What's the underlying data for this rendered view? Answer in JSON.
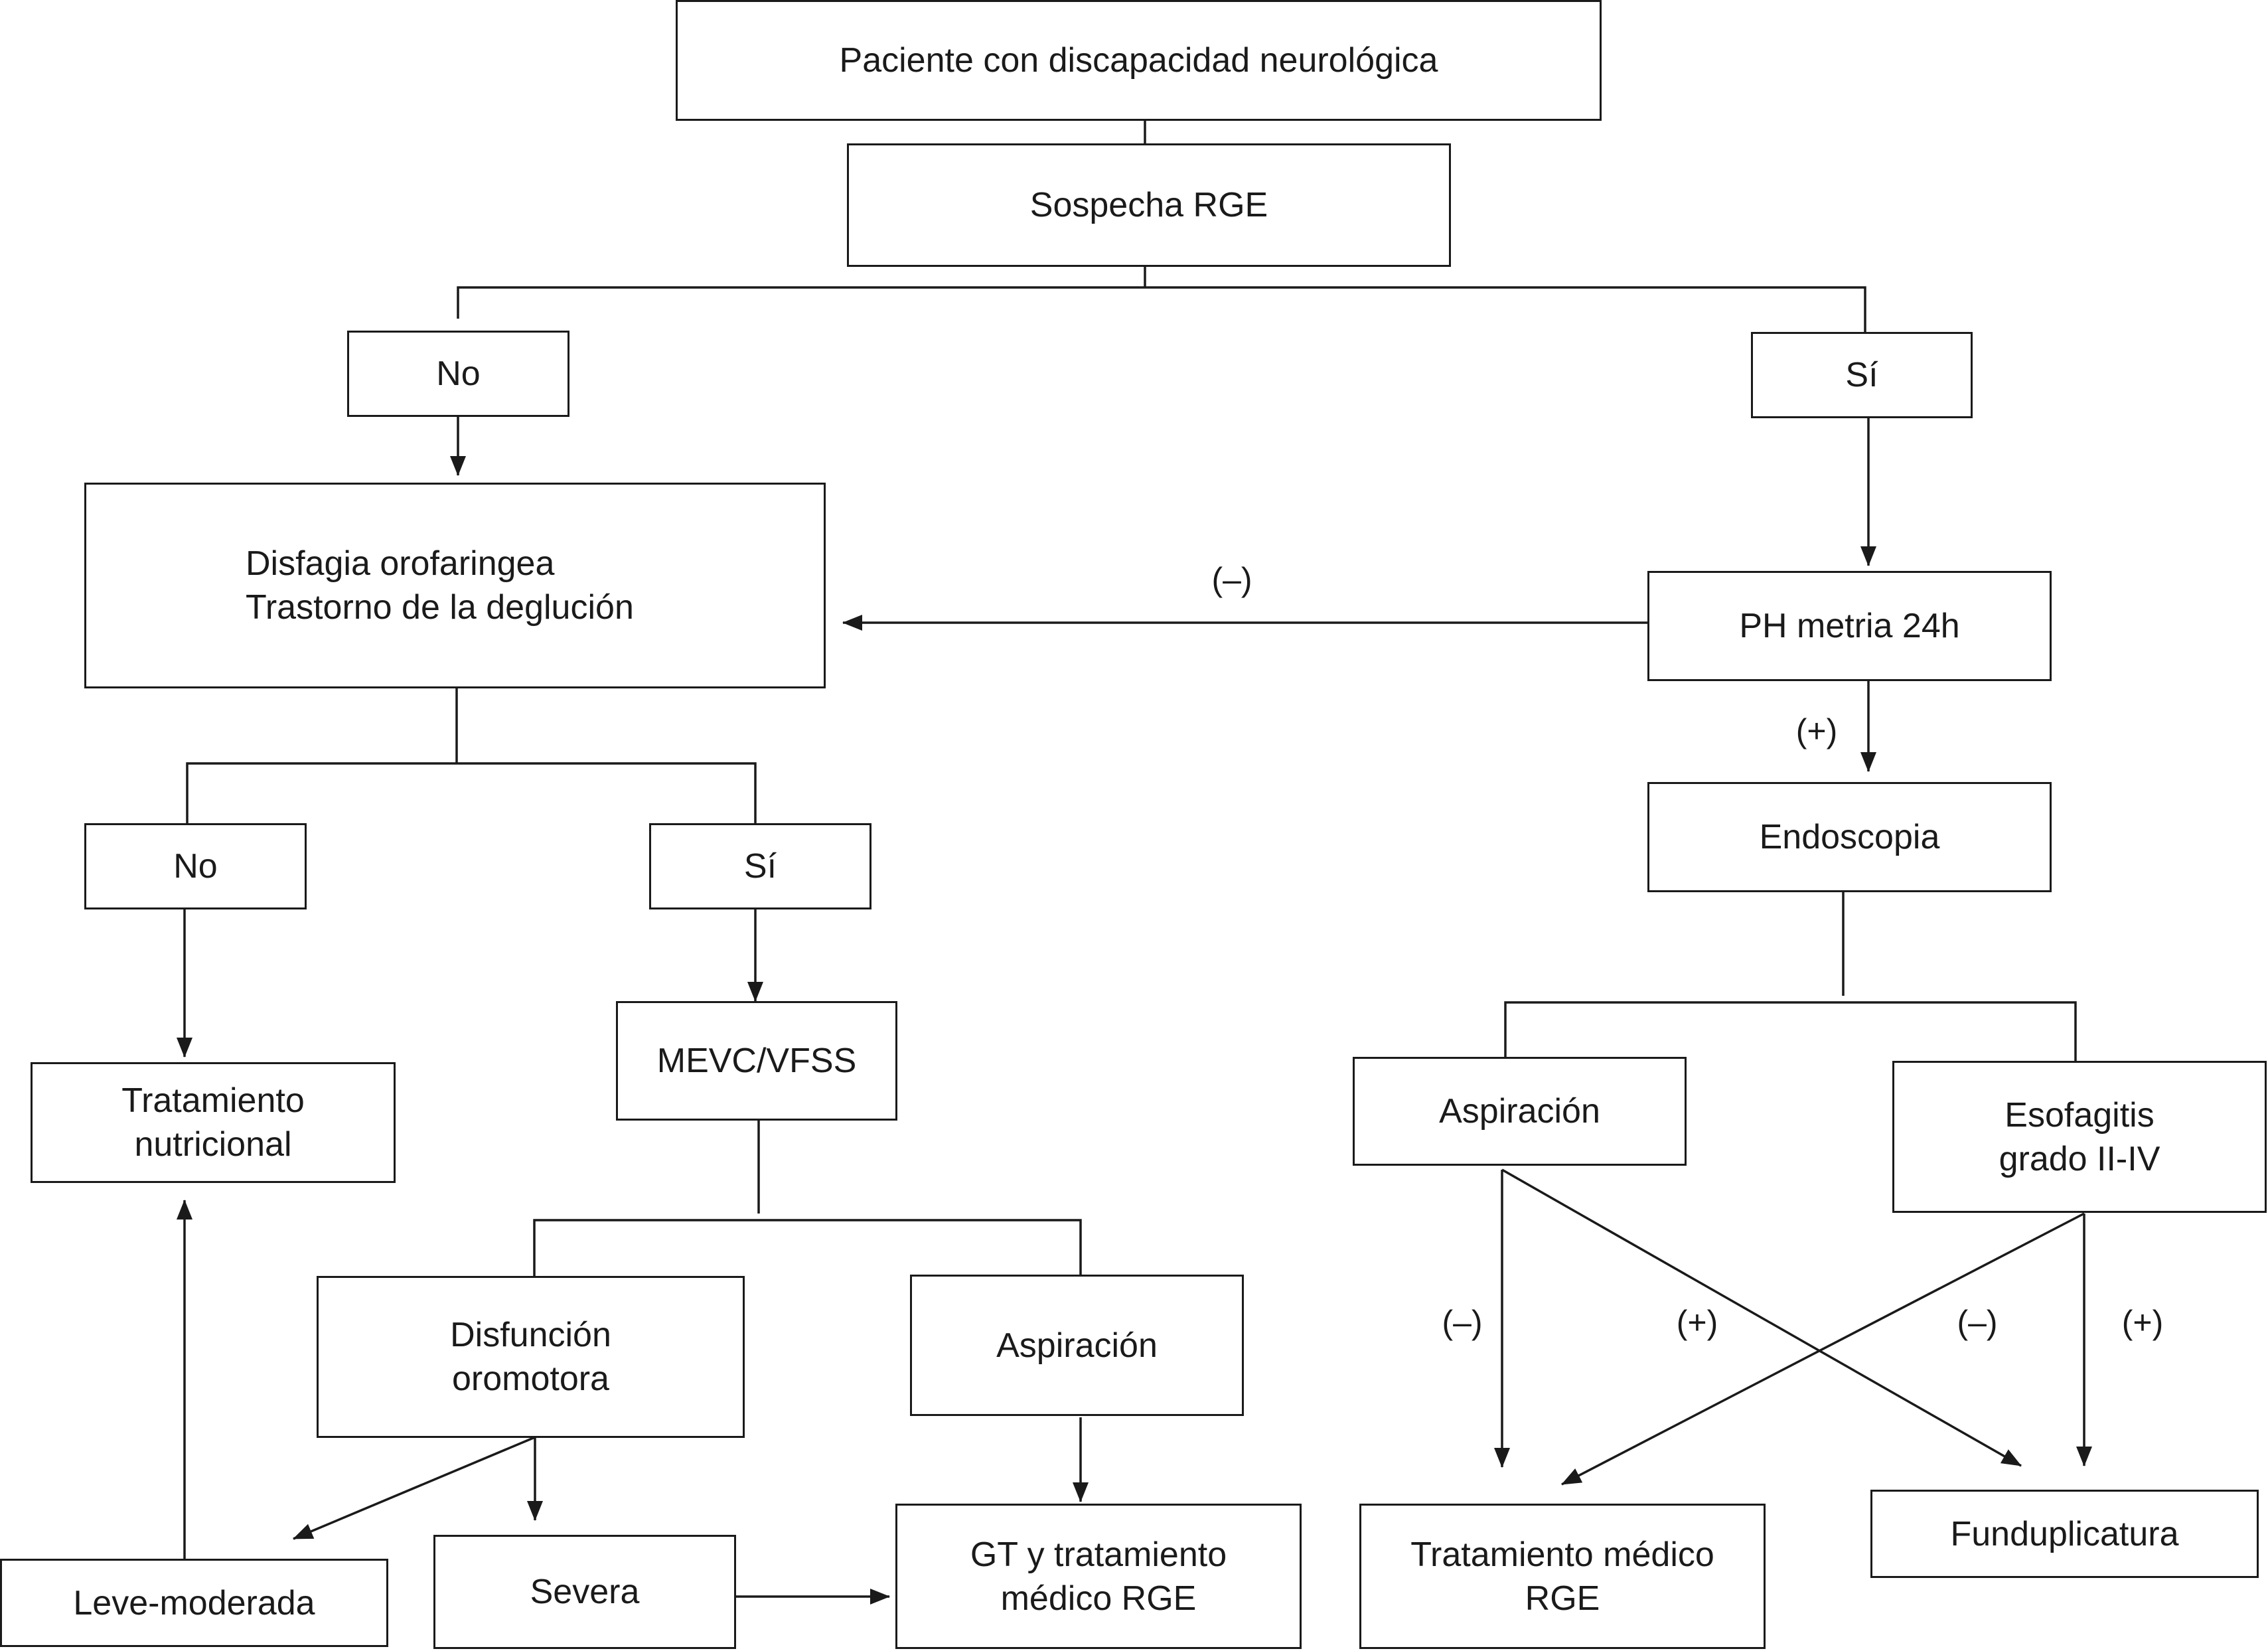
{
  "nodes": {
    "patient": "Paciente con discapacidad neurológica",
    "suspicion": "Sospecha RGE",
    "no_top": "No",
    "yes_top": "Sí",
    "dysphagia": "Disfagia orofaringea\nTrastorno de la deglución",
    "ph": "PH metria 24h",
    "endoscopy": "Endoscopia",
    "no_left": "No",
    "yes_left": "Sí",
    "nutrition": "Tratamiento\nnutricional",
    "mevc": "MEVC/VFSS",
    "aspiration_right": "Aspiración",
    "esophagitis": "Esofagitis\ngrado II-IV",
    "dysfunction": "Disfunción\noromotora",
    "aspiration_left": "Aspiración",
    "mild": "Leve-moderada",
    "severe": "Severa",
    "gt": "GT y tratamiento\nmédico RGE",
    "medical": "Tratamiento médico\nRGE",
    "fundo": "Funduplicatura"
  },
  "edge_labels": {
    "ph_negative": "(–)",
    "ph_positive": "(+)",
    "asp_negative": "(–)",
    "asp_positive": "(+)",
    "eso_negative": "(–)",
    "eso_positive": "(+)"
  }
}
